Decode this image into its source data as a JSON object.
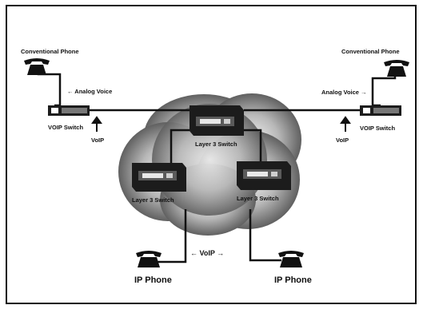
{
  "diagram": {
    "labels": {
      "conventional_phone_left": "Conventional Phone",
      "conventional_phone_right": "Conventional Phone",
      "analog_voice_left": "← Analog Voice",
      "analog_voice_right": "Analog Voice →",
      "voip_switch_left": "VOIP Switch",
      "voip_switch_right": "VOIP Switch",
      "voip_left": "VoIP",
      "voip_right": "VoIP",
      "voip_bottom": "← VoIP →",
      "layer3_switch_top": "Layer 3 Switch",
      "layer3_switch_left": "Layer 3 Switch",
      "layer3_switch_right": "Layer 3 Switch",
      "ip_phone_left": "IP Phone",
      "ip_phone_right": "IP Phone"
    },
    "colors": {
      "line": "#111111",
      "cloud_light": "#e8e8e8",
      "cloud_dark": "#3a3a3a",
      "switch_body": "#1c1c1c"
    }
  }
}
